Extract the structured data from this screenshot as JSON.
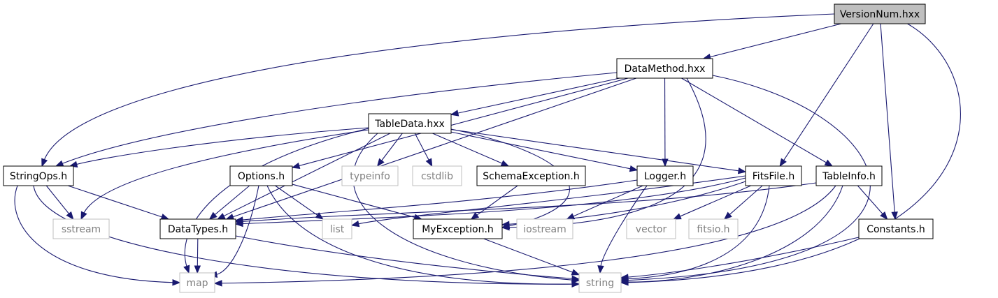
{
  "graph": {
    "nodes": [
      {
        "id": "versionnum",
        "label": "VersionNum.hxx",
        "kind": "root"
      },
      {
        "id": "datamethod",
        "label": "DataMethod.hxx",
        "kind": "header"
      },
      {
        "id": "tabledata",
        "label": "TableData.hxx",
        "kind": "header"
      },
      {
        "id": "stringops",
        "label": "StringOps.h",
        "kind": "header"
      },
      {
        "id": "options",
        "label": "Options.h",
        "kind": "header"
      },
      {
        "id": "typeinfo",
        "label": "typeinfo",
        "kind": "system"
      },
      {
        "id": "cstdlib",
        "label": "cstdlib",
        "kind": "system"
      },
      {
        "id": "schemaexception",
        "label": "SchemaException.h",
        "kind": "header"
      },
      {
        "id": "logger",
        "label": "Logger.h",
        "kind": "header"
      },
      {
        "id": "fitsfile",
        "label": "FitsFile.h",
        "kind": "header"
      },
      {
        "id": "tableinfo",
        "label": "TableInfo.h",
        "kind": "header"
      },
      {
        "id": "sstream",
        "label": "sstream",
        "kind": "system"
      },
      {
        "id": "datatypes",
        "label": "DataTypes.h",
        "kind": "header"
      },
      {
        "id": "list",
        "label": "list",
        "kind": "system"
      },
      {
        "id": "myexception",
        "label": "MyException.h",
        "kind": "header"
      },
      {
        "id": "iostream",
        "label": "iostream",
        "kind": "system"
      },
      {
        "id": "vector",
        "label": "vector",
        "kind": "system"
      },
      {
        "id": "fitsio",
        "label": "fitsio.h",
        "kind": "system"
      },
      {
        "id": "constants",
        "label": "Constants.h",
        "kind": "header"
      },
      {
        "id": "map",
        "label": "map",
        "kind": "system"
      },
      {
        "id": "string",
        "label": "string",
        "kind": "system"
      }
    ],
    "edges": [
      {
        "from": "versionnum",
        "to": "datamethod"
      },
      {
        "from": "versionnum",
        "to": "stringops"
      },
      {
        "from": "versionnum",
        "to": "fitsfile"
      },
      {
        "from": "versionnum",
        "to": "constants"
      },
      {
        "from": "versionnum",
        "to": "string"
      },
      {
        "from": "datamethod",
        "to": "tabledata"
      },
      {
        "from": "datamethod",
        "to": "stringops"
      },
      {
        "from": "datamethod",
        "to": "datatypes"
      },
      {
        "from": "datamethod",
        "to": "options"
      },
      {
        "from": "datamethod",
        "to": "logger"
      },
      {
        "from": "datamethod",
        "to": "myexception"
      },
      {
        "from": "datamethod",
        "to": "tableinfo"
      },
      {
        "from": "datamethod",
        "to": "string"
      },
      {
        "from": "tabledata",
        "to": "stringops"
      },
      {
        "from": "tabledata",
        "to": "sstream"
      },
      {
        "from": "tabledata",
        "to": "map"
      },
      {
        "from": "tabledata",
        "to": "datatypes"
      },
      {
        "from": "tabledata",
        "to": "string"
      },
      {
        "from": "tabledata",
        "to": "typeinfo"
      },
      {
        "from": "tabledata",
        "to": "cstdlib"
      },
      {
        "from": "tabledata",
        "to": "schemaexception"
      },
      {
        "from": "tabledata",
        "to": "logger"
      },
      {
        "from": "tabledata",
        "to": "myexception"
      },
      {
        "from": "tabledata",
        "to": "fitsfile"
      },
      {
        "from": "stringops",
        "to": "sstream"
      },
      {
        "from": "stringops",
        "to": "datatypes"
      },
      {
        "from": "stringops",
        "to": "map"
      },
      {
        "from": "stringops",
        "to": "string"
      },
      {
        "from": "options",
        "to": "datatypes"
      },
      {
        "from": "options",
        "to": "map"
      },
      {
        "from": "options",
        "to": "list"
      },
      {
        "from": "options",
        "to": "myexception"
      },
      {
        "from": "options",
        "to": "string"
      },
      {
        "from": "schemaexception",
        "to": "myexception"
      },
      {
        "from": "logger",
        "to": "datatypes"
      },
      {
        "from": "logger",
        "to": "iostream"
      },
      {
        "from": "logger",
        "to": "string"
      },
      {
        "from": "fitsfile",
        "to": "datatypes"
      },
      {
        "from": "fitsfile",
        "to": "list"
      },
      {
        "from": "fitsfile",
        "to": "myexception"
      },
      {
        "from": "fitsfile",
        "to": "vector"
      },
      {
        "from": "fitsfile",
        "to": "fitsio"
      },
      {
        "from": "fitsfile",
        "to": "string"
      },
      {
        "from": "tableinfo",
        "to": "datatypes"
      },
      {
        "from": "tableinfo",
        "to": "constants"
      },
      {
        "from": "tableinfo",
        "to": "map"
      },
      {
        "from": "tableinfo",
        "to": "string"
      },
      {
        "from": "datatypes",
        "to": "map"
      },
      {
        "from": "datatypes",
        "to": "string"
      },
      {
        "from": "myexception",
        "to": "string"
      },
      {
        "from": "constants",
        "to": "string"
      }
    ]
  },
  "colors": {
    "edge": "#191970",
    "root_fill": "#bfbfbf",
    "header_border": "#000000",
    "system_border": "#bfbfbf",
    "system_text": "#808080",
    "header_text": "#000000"
  }
}
